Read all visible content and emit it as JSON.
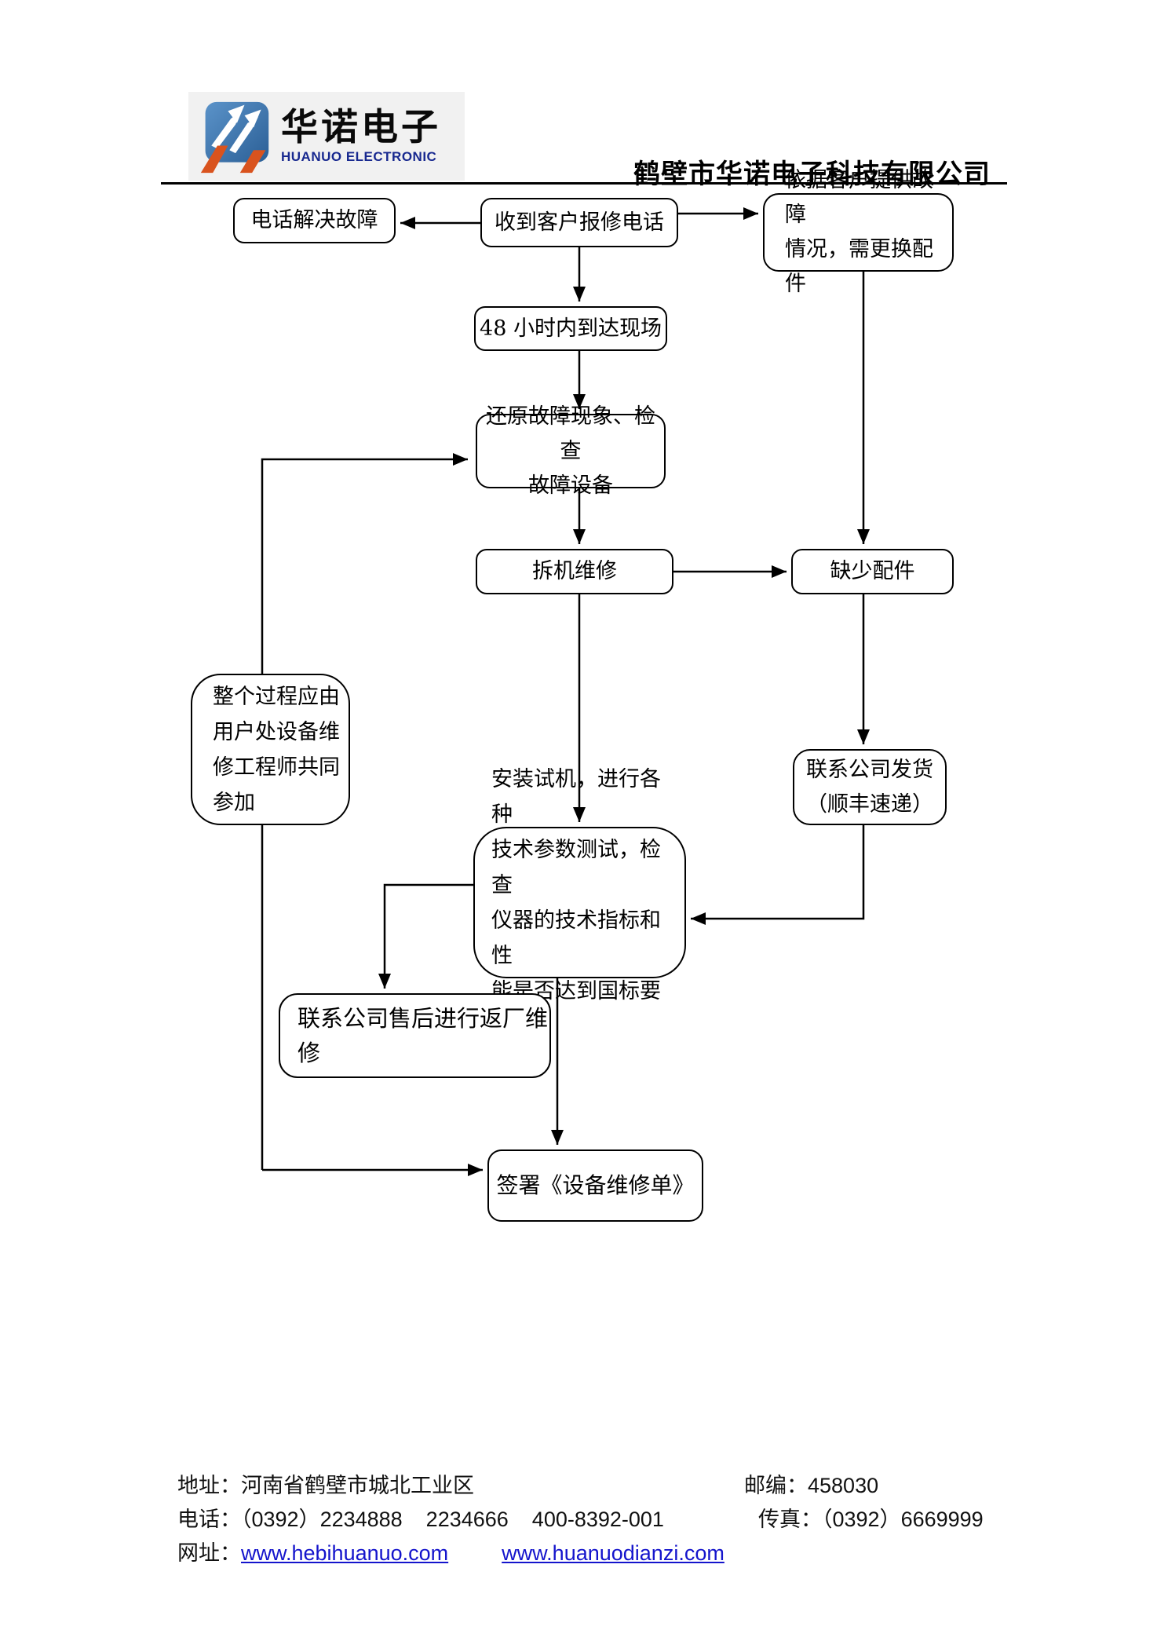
{
  "header": {
    "logo_cn": "华诺电子",
    "logo_en": "HUANUO ELECTRONIC",
    "company_title": "鹤壁市华诺电子科技有限公司"
  },
  "flowchart": {
    "nodes": {
      "phone_solve": {
        "lines": [
          "电话解决故障"
        ]
      },
      "receive_call": {
        "lines": [
          "收到客户报修电话"
        ]
      },
      "per_customer": {
        "lines": [
          "依据客户提供故障",
          "情况，需更换配件"
        ]
      },
      "arrive_48h": {
        "lines": [
          "48 小时内到达现场"
        ]
      },
      "restore_check": {
        "lines": [
          "还原故障现象、检查",
          "故障设备"
        ]
      },
      "disassemble": {
        "lines": [
          "拆机维修"
        ]
      },
      "missing_parts": {
        "lines": [
          "缺少配件"
        ]
      },
      "whole_process": {
        "lines": [
          "整个过程应由",
          "用户处设备维",
          "修工程师共同",
          "参加"
        ]
      },
      "company_ship": {
        "lines": [
          "联系公司发货",
          "（顺丰速递）"
        ]
      },
      "install_test": {
        "lines": [
          "安装试机，进行各种",
          "技术参数测试，检查",
          "仪器的技术指标和性",
          "能是否达到国标要求"
        ]
      },
      "return_factory": {
        "lines": [
          "联系公司售后进行返厂维",
          "修"
        ]
      },
      "sign_form": {
        "lines": [
          "签署《设备维修单》"
        ]
      }
    }
  },
  "footer": {
    "address_label": "地址：",
    "address": "河南省鹤壁市城北工业区",
    "postcode_label": "邮编：",
    "postcode": "458030",
    "phone_label": "电话：",
    "phone": "（0392）2234888    2234666    400-8392-001",
    "fax_label": "传真：",
    "fax": "（0392）6669999",
    "web_label": "网址：",
    "website1": "www.hebihuanuo.com",
    "website2": "www.huanuodianzi.com"
  },
  "colors": {
    "line": "#000000",
    "link_blue": "#1414cc",
    "logo_blue_light": "#5b93c9",
    "logo_blue_dark": "#2b5f96",
    "logo_orange": "#d9531e",
    "logo_en_blue": "#17288f",
    "logo_panel_gray": "#f1f1f1"
  }
}
